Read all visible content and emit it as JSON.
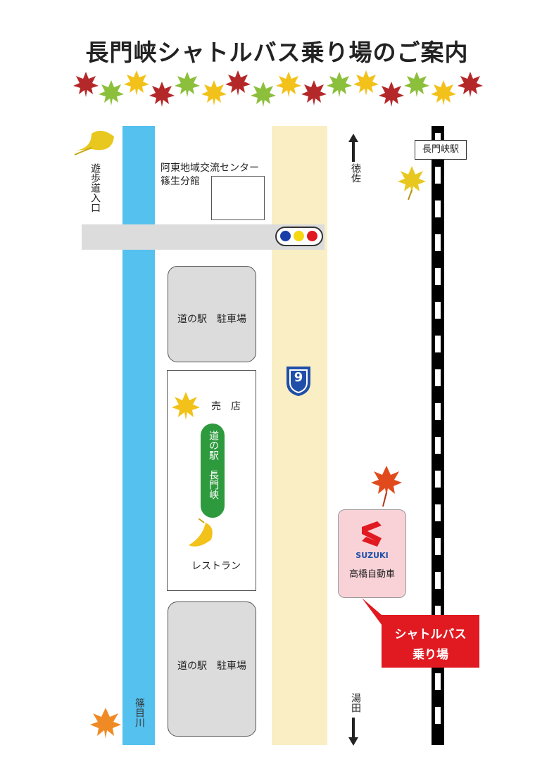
{
  "title": "長門峡シャトルバス乗り場のご案内",
  "labels": {
    "walkway_entrance": "遊歩道入口",
    "community_center_line1": "阿東地域交流センター",
    "community_center_line2": "篠生分館",
    "parking_top": "道の駅　駐車場",
    "parking_bottom": "道の駅　駐車場",
    "shop": "売　店",
    "michinoeki": "道の駅　長門峡",
    "restaurant": "レストラン",
    "route_number": "9",
    "dir_north": "徳佐",
    "dir_south": "湯田",
    "station": "長門峡駅",
    "dealer_brand": "SUZUKI",
    "dealer_name": "高橋自動車",
    "shuttle_line1": "シャトルバス",
    "shuttle_line2": "乗り場",
    "river": "篠目川"
  },
  "colors": {
    "river": "#55c1ee",
    "route9_road": "#faefc4",
    "signal_blue": "#1a3ea8",
    "signal_yellow": "#f5d80f",
    "signal_red": "#e01a20",
    "michinoeki_green": "#2e9a3e",
    "shuttle_red": "#e01a20",
    "dealer_pink": "#f9d2d8",
    "route_shield": "#1f4fa8"
  },
  "icons": [
    "maple-leaf-icon",
    "ginkgo-leaf-icon",
    "traffic-signal-icon",
    "route-shield-icon",
    "suzuki-logo-icon",
    "arrow-up-icon",
    "arrow-down-icon"
  ]
}
